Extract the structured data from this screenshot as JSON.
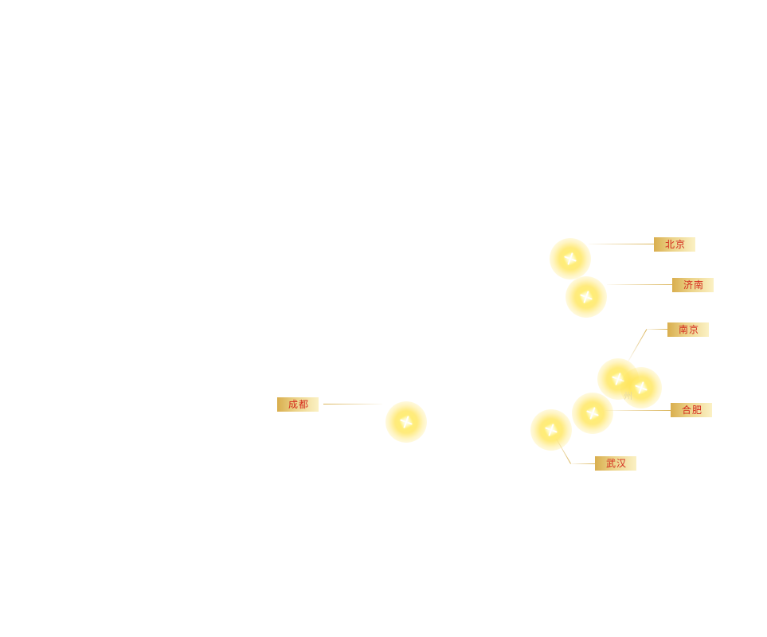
{
  "map": {
    "cities": [
      {
        "name": "北京"
      },
      {
        "name": "济南"
      },
      {
        "name": "南京"
      },
      {
        "name": "合肥"
      },
      {
        "name": "武汉"
      },
      {
        "name": "成都"
      }
    ],
    "faint_label": "州",
    "colors": {
      "label_text": "#d42a1c",
      "label_bg_start": "#d9ae4e",
      "label_bg_end": "#fbf1c4",
      "glow": "#ffe24a",
      "leader_line": "#d6ac46"
    }
  }
}
